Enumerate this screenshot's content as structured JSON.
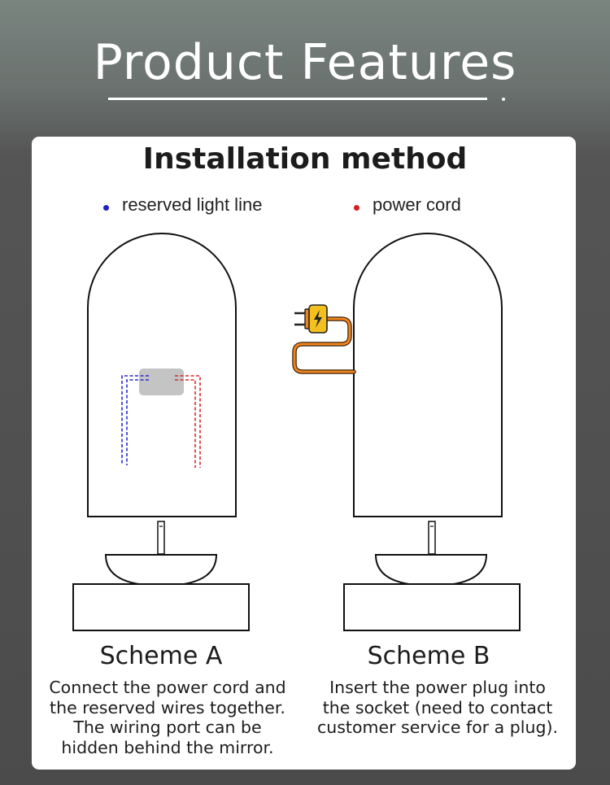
{
  "header": {
    "title": "Product Features"
  },
  "card": {
    "title": "Installation method",
    "legend": [
      {
        "label": "reserved light line",
        "color": "#2020c8"
      },
      {
        "label": "power cord",
        "color": "#d42020"
      }
    ]
  },
  "schemes": [
    {
      "title": "Scheme A",
      "lines": [
        "Connect the power cord and",
        "the reserved wires together.",
        "The wiring port can be",
        "hidden behind the mirror."
      ]
    },
    {
      "title": "Scheme B",
      "lines": [
        "Insert the power plug into",
        "the socket (need to contact",
        "customer service for a plug)."
      ]
    }
  ],
  "colors": {
    "plug_orange": "#f0841c",
    "plug_yellow": "#f4c020",
    "junction_gray": "#c4c4c4"
  }
}
